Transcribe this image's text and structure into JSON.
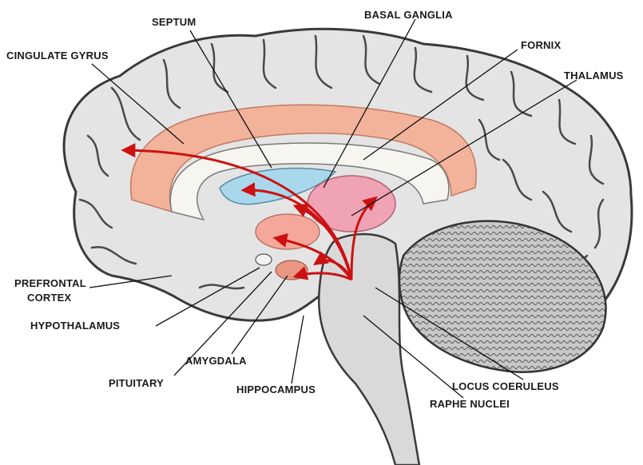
{
  "labels": {
    "septum": "SEPTUM",
    "basal_ganglia": "BASAL GANGLIA",
    "cingulate_gyrus": "CINGULATE GYRUS",
    "fornix": "FORNIX",
    "thalamus": "THALAMUS",
    "prefrontal_cortex_line1": "PREFRONTAL",
    "prefrontal_cortex_line2": "CORTEX",
    "hypothalamus": "HYPOTHALAMUS",
    "amygdala": "AMYGDALA",
    "pituitary": "PITUITARY",
    "hippocampus": "HIPPOCAMPUS",
    "locus_coeruleus": "LOCUS COERULEUS",
    "raphe_nuclei": "RAPHE NUCLEI"
  },
  "colors": {
    "cortex": "#e6e6e6",
    "sulci": "#4a4a4a",
    "cingulate": "#f3b39b",
    "septum": "#a9d8ec",
    "thalamus": "#f0a3b4",
    "corpus_callosum": "#f7f7f2",
    "pathway_arrows": "#cc1111",
    "brainstem": "#d9d9d9",
    "cerebellum": "#bdbdbd"
  }
}
